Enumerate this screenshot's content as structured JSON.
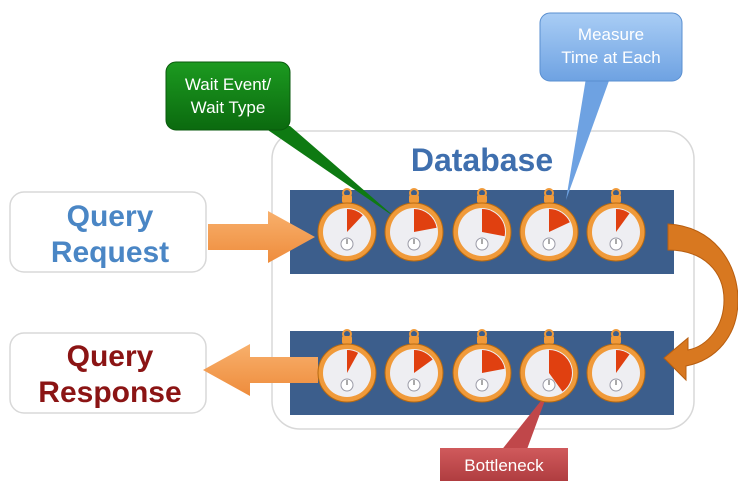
{
  "title": "Database",
  "request_label": {
    "line1": "Query",
    "line2": "Request"
  },
  "response_label": {
    "line1": "Query",
    "line2": "Response"
  },
  "callouts": {
    "wait": {
      "line1": "Wait Event/",
      "line2": "Wait Type"
    },
    "measure": {
      "line1": "Measure",
      "line2": "Time at Each"
    },
    "bottleneck": "Bottleneck"
  },
  "top_row_wedges": [
    0.12,
    0.22,
    0.28,
    0.18,
    0.1
  ],
  "bottom_row_wedges": [
    0.08,
    0.15,
    0.22,
    0.4,
    0.1
  ],
  "colors": {
    "panel": "#3c5e8c",
    "wedge": "#e04010",
    "ring": "#f09a3a",
    "arrow": "#f5a05a",
    "request_text": "#4a86c5",
    "response_text": "#8b1414",
    "wait_callout": "#0e7a12",
    "measure_callout": "#7fb0e8",
    "bottleneck_callout": "#c0474a"
  }
}
